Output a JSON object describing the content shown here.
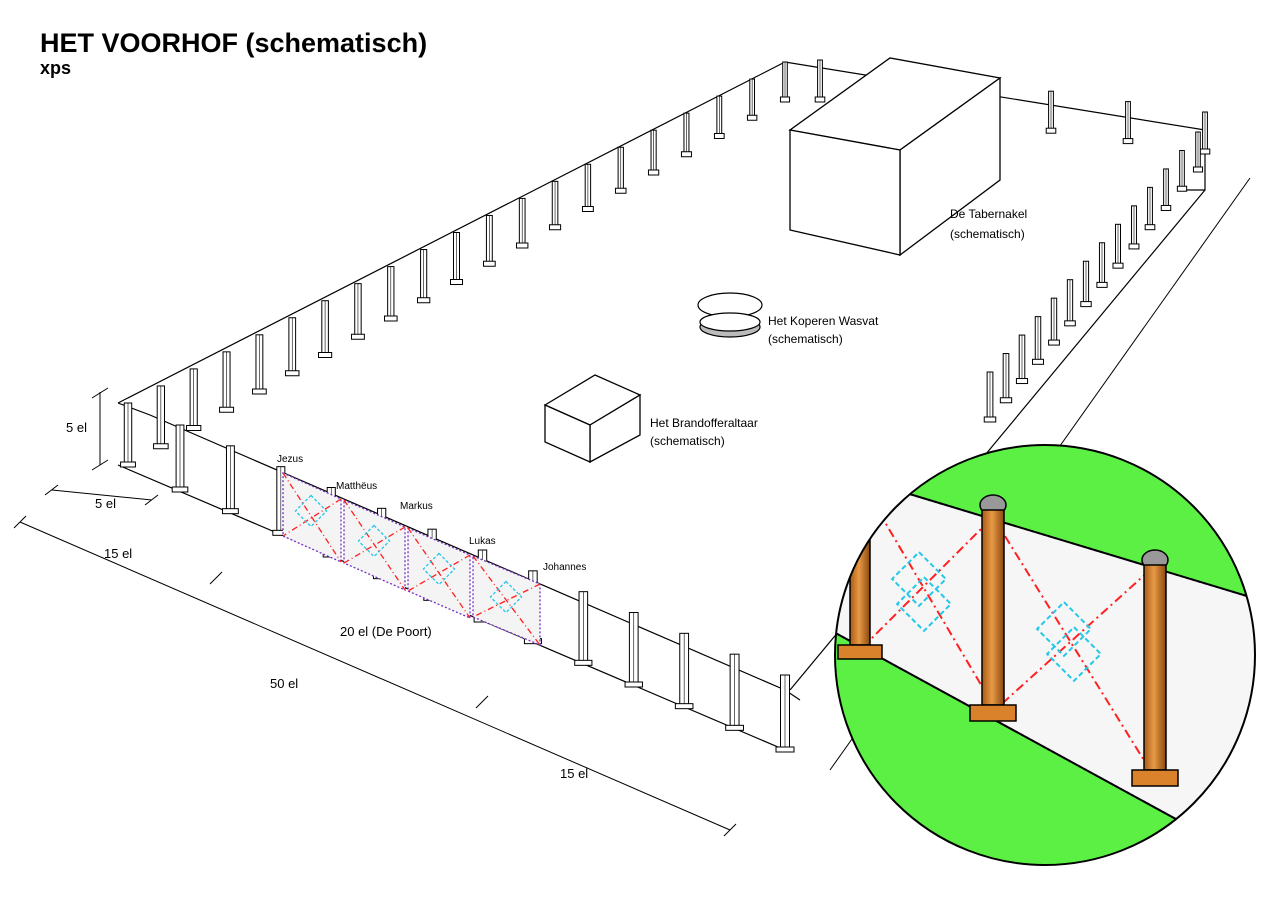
{
  "header": {
    "title": "HET VOORHOF (schematisch)",
    "subtitle": "xps"
  },
  "objects": {
    "tabernakel": [
      "De Tabernakel",
      "(schematisch)"
    ],
    "wasvat": [
      "Het Koperen Wasvat",
      "(schematisch)"
    ],
    "altaar": [
      "Het Brandofferaltaar",
      "(schematisch)"
    ]
  },
  "gate_posts": [
    "Jezus",
    "Matthëus",
    "Markus",
    "Lukas",
    "Johannes"
  ],
  "dimensions": {
    "height": "5 el",
    "post_spacing": "5 el",
    "side_left": "15 el",
    "gate": "20 el (De Poort)",
    "total": "50 el",
    "side_right": "15 el"
  },
  "colors": {
    "zoom_background": "#5cf044",
    "post_wood": "#d9822b",
    "curtain_red": "#ff2020",
    "curtain_cyan": "#22c8e8",
    "curtain_purple": "#7030c0"
  }
}
